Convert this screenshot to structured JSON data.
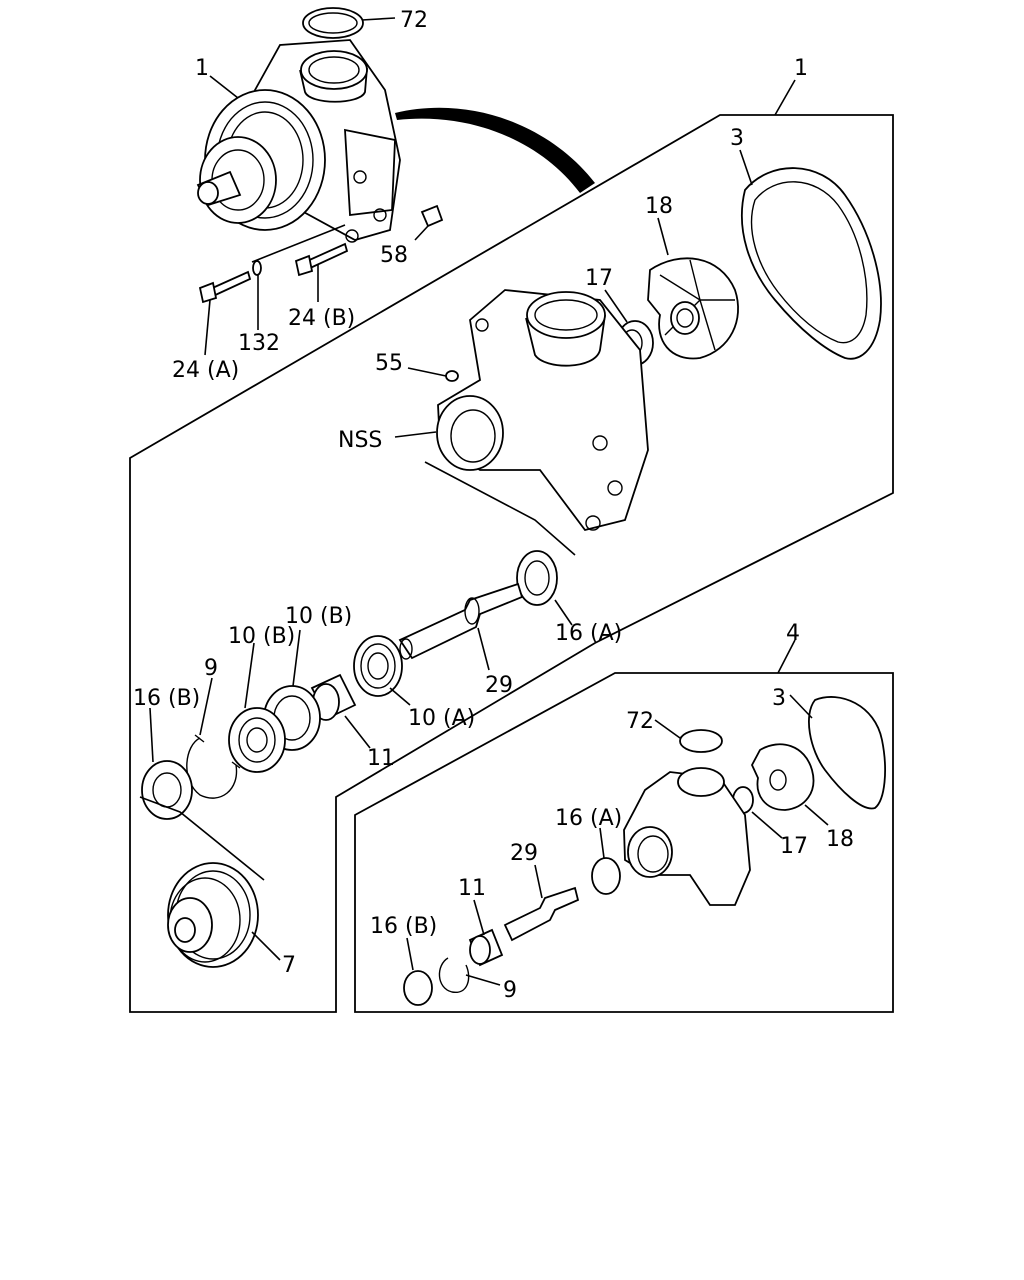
{
  "labels": {
    "l72_top": "72",
    "l1_top": "1",
    "l1_frame": "1",
    "l3_top": "3",
    "l18_top": "18",
    "l17_top": "17",
    "l58": "58",
    "l24b_top": "24 (B)",
    "l132": "132",
    "l24a_top": "24 (A)",
    "l55": "55",
    "lnss": "NSS",
    "l16a_mid": "16 (A)",
    "l29_mid": "29",
    "l10b_a": "10 (B)",
    "l10b_b": "10 (B)",
    "l9_mid": "9",
    "l16b_mid": "16 (B)",
    "l10a": "10 (A)",
    "l11_mid": "11",
    "l7": "7",
    "l4": "4",
    "l72_bot": "72",
    "l3_bot": "3",
    "l16a_bot": "16 (A)",
    "l29_bot": "29",
    "l17_bot": "17",
    "l18_bot": "18",
    "l11_bot": "11",
    "l16b_bot": "16 (B)",
    "l9_bot": "9"
  }
}
